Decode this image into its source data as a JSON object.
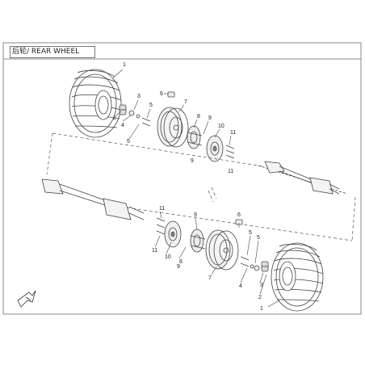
{
  "title": "后轮/ REAR WHEEL",
  "callouts": {
    "upper": [
      "1",
      "2",
      "3",
      "4",
      "5",
      "5",
      "6",
      "7",
      "8",
      "9",
      "9",
      "10",
      "11",
      "11"
    ],
    "lower": [
      "1",
      "2",
      "3",
      "4",
      "5",
      "5",
      "6",
      "7",
      "8",
      "9",
      "9",
      "10",
      "11",
      "11"
    ]
  }
}
